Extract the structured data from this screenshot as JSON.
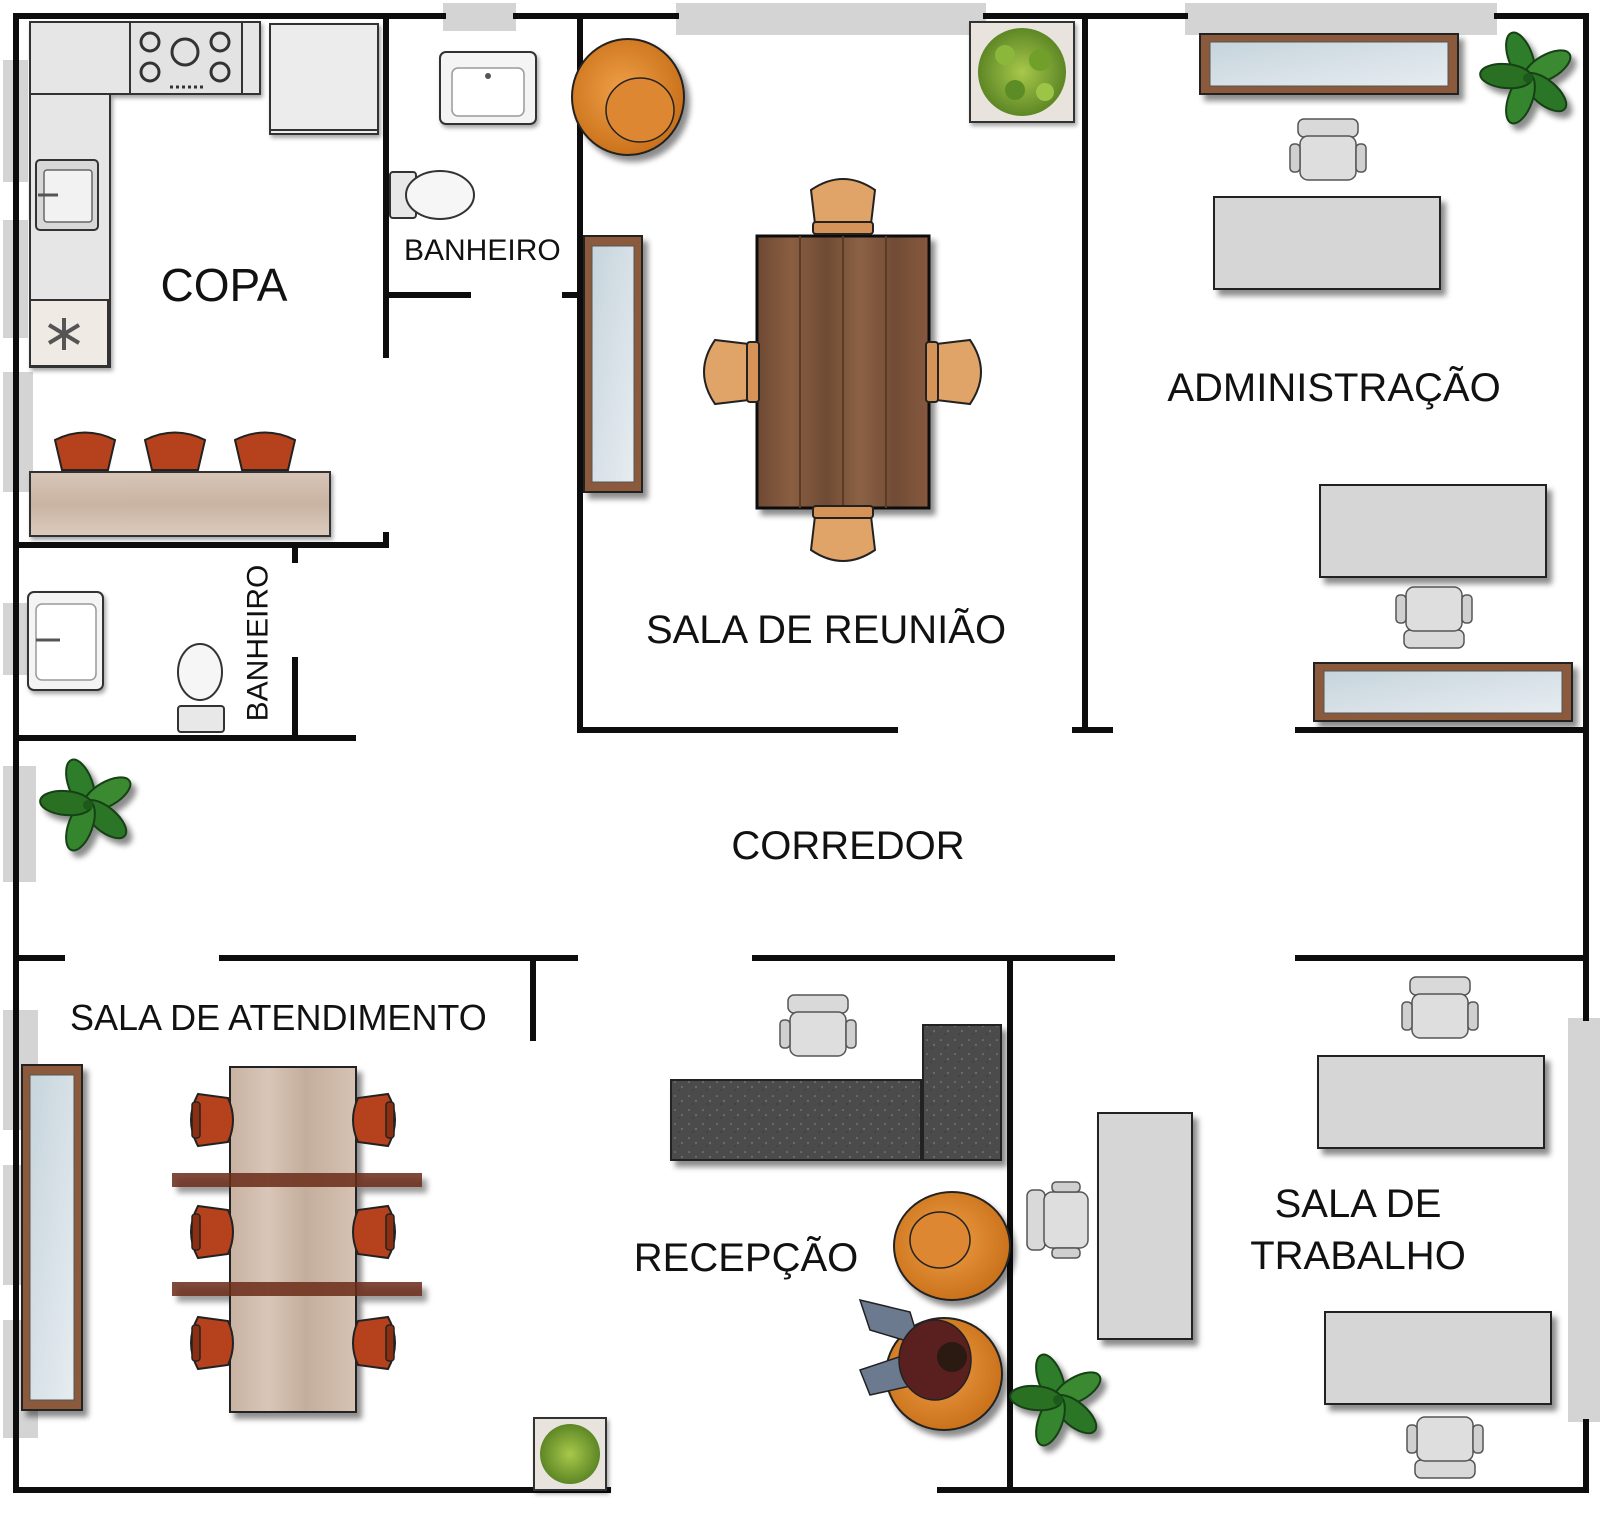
{
  "rooms": {
    "copa": "COPA",
    "banheiro_1": "BANHEIRO",
    "banheiro_2": "BANHEIRO",
    "sala_reuniao": "SALA DE REUNIÃO",
    "administracao": "ADMINISTRAÇÃO",
    "corredor": "CORREDOR",
    "sala_atendimento": "SALA DE ATENDIMENTO",
    "recepcao": "RECEPÇÃO",
    "sala_trabalho_line1": "SALA DE",
    "sala_trabalho_line2": "TRABALHO"
  },
  "colors": {
    "wall": "#0d0d0d",
    "window": "#d4d4d4",
    "wood_dark": "#7a5237",
    "wood_light": "#cdb8a8",
    "chair_orange": "#e08a2e",
    "chair_red": "#b8461f",
    "desk_gray": "#d6d6d6",
    "granite": "#4a4a4a",
    "plant": "#2f7d2a"
  }
}
